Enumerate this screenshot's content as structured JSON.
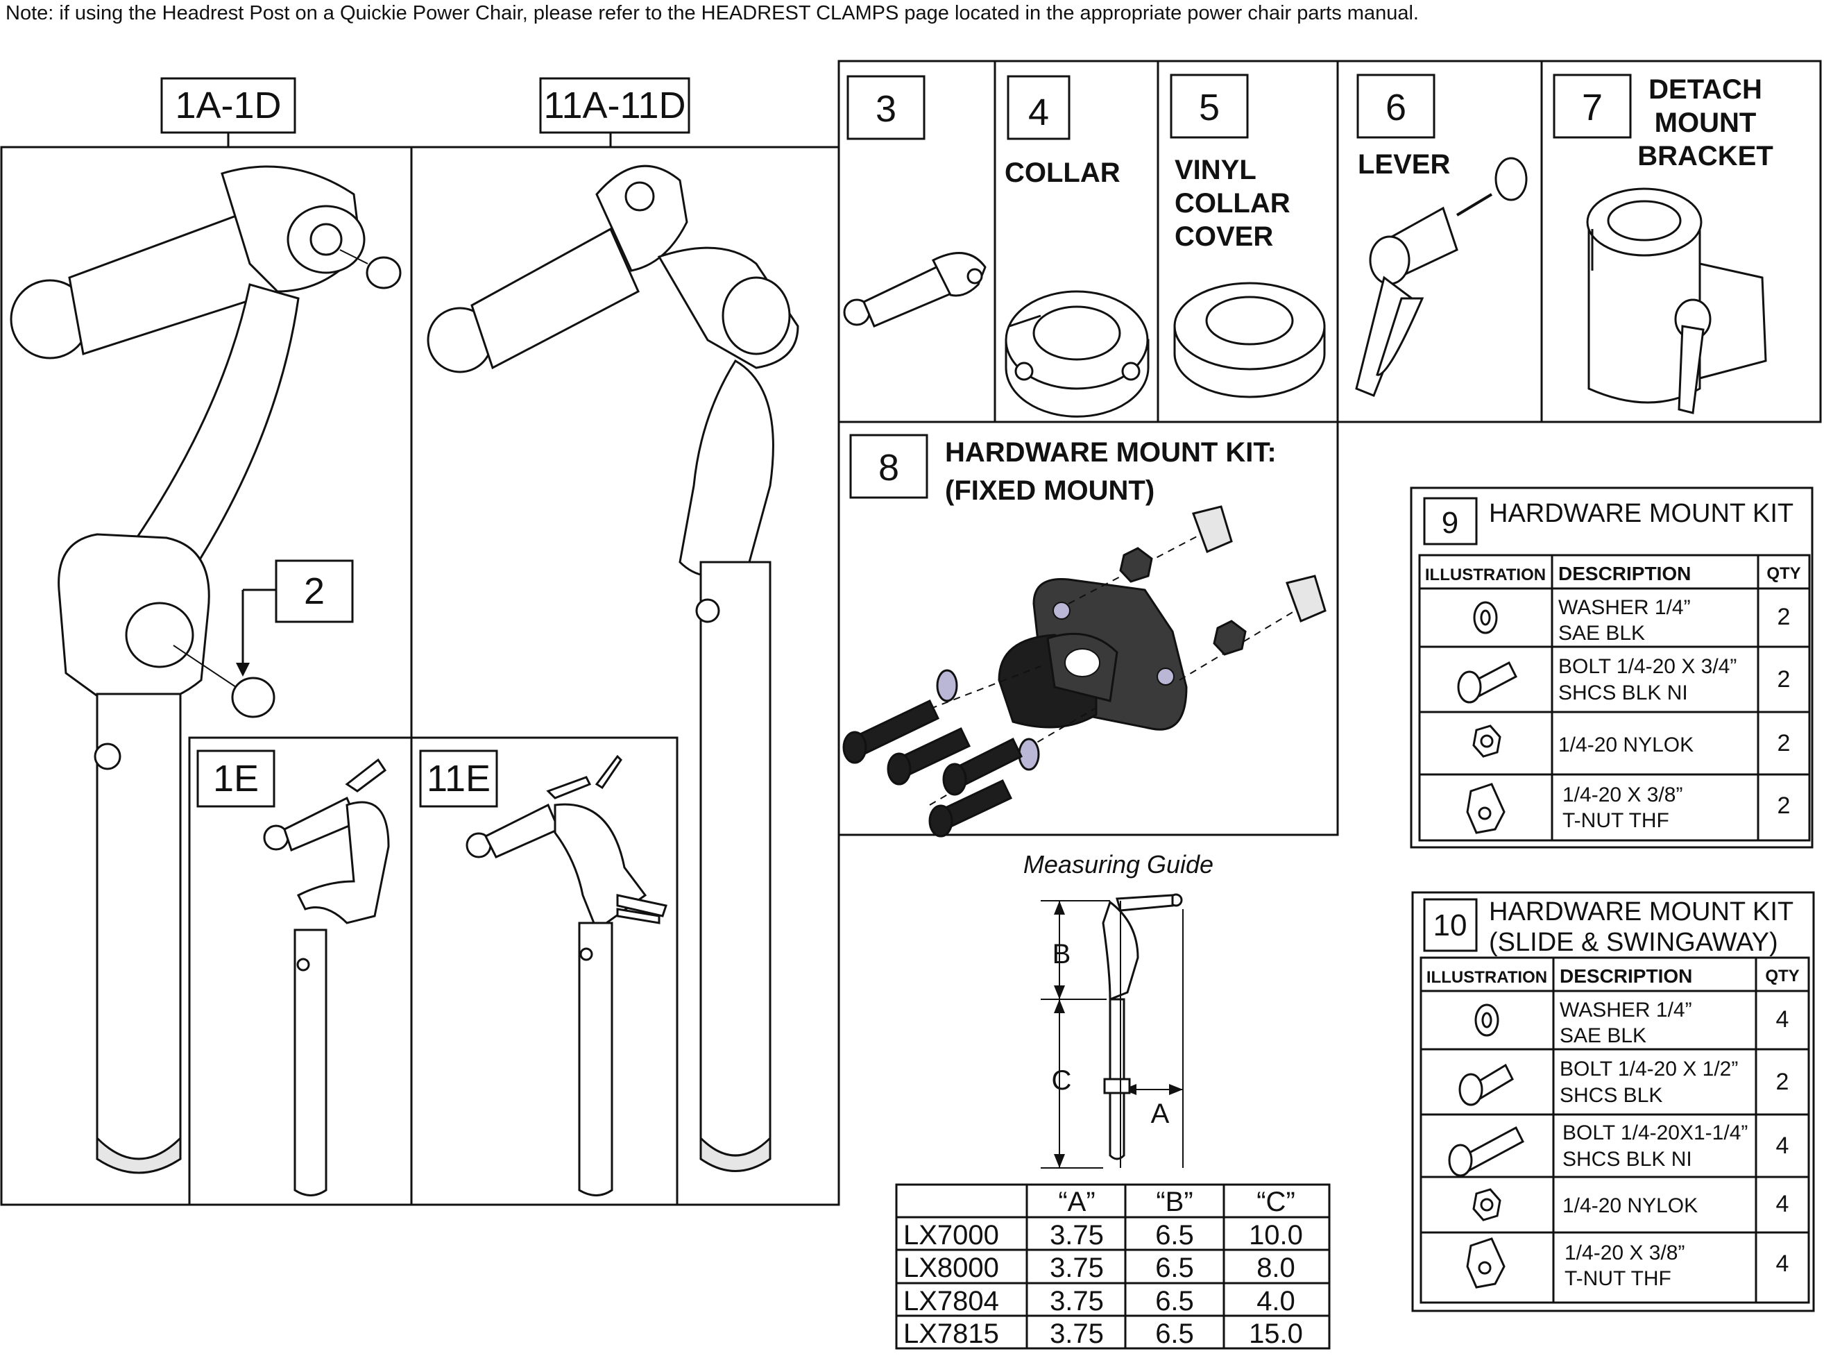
{
  "note": "Note: if using the Headrest Post on a Quickie Power Chair, please refer to the HEADREST CLAMPS page located in the appropriate power chair parts manual.",
  "callouts": {
    "c1a1d": "1A-1D",
    "c11a11d": "11A-11D",
    "c2": "2",
    "c1e": "1E",
    "c11e": "11E",
    "c3": "3",
    "c4": "4",
    "c5": "5",
    "c6": "6",
    "c7": "7",
    "c8": "8"
  },
  "parts": {
    "p4_label": "COLLAR",
    "p5_label_1": "VINYL",
    "p5_label_2": "COLLAR",
    "p5_label_3": "COVER",
    "p6_label": "LEVER",
    "p7_label_1": "DETACH",
    "p7_label_2": "MOUNT",
    "p7_label_3": "BRACKET",
    "p8_label_1": "HARDWARE MOUNT KIT:",
    "p8_label_2": "(FIXED MOUNT)"
  },
  "kit9": {
    "number": "9",
    "title": "HARDWARE MOUNT KIT",
    "headers": [
      "ILLUSTRATION",
      "DESCRIPTION",
      "QTY"
    ],
    "rows": [
      {
        "icon": "washer-icon",
        "desc1": "WASHER 1/4”",
        "desc2": "SAE BLK",
        "qty": "2"
      },
      {
        "icon": "bolt-icon",
        "desc1": "BOLT 1/4-20 X 3/4”",
        "desc2": "SHCS BLK NI",
        "qty": "2"
      },
      {
        "icon": "nylok-nut-icon",
        "desc1": "1/4-20 NYLOK",
        "desc2": "",
        "qty": "2"
      },
      {
        "icon": "t-nut-icon",
        "desc1": "1/4-20 X 3/8”",
        "desc2": "T-NUT THF",
        "qty": "2"
      }
    ]
  },
  "kit10": {
    "number": "10",
    "title_1": "HARDWARE MOUNT KIT",
    "title_2": "(SLIDE & SWINGAWAY)",
    "headers": [
      "ILLUSTRATION",
      "DESCRIPTION",
      "QTY"
    ],
    "rows": [
      {
        "icon": "washer-icon",
        "desc1": "WASHER 1/4”",
        "desc2": "SAE BLK",
        "qty": "4"
      },
      {
        "icon": "bolt-icon",
        "desc1": "BOLT 1/4-20 X 1/2”",
        "desc2": "SHCS BLK",
        "qty": "2"
      },
      {
        "icon": "long-bolt-icon",
        "desc1": "BOLT 1/4-20X1-1/4”",
        "desc2": "SHCS BLK NI",
        "qty": "4"
      },
      {
        "icon": "nylok-nut-icon",
        "desc1": "1/4-20 NYLOK",
        "desc2": "",
        "qty": "4"
      },
      {
        "icon": "t-nut-icon",
        "desc1": "1/4-20 X 3/8”",
        "desc2": "T-NUT THF",
        "qty": "4"
      }
    ]
  },
  "measuring_guide": {
    "title": "Measuring Guide",
    "dim_a": "A",
    "dim_b": "B",
    "dim_c": "C",
    "headers": [
      "",
      "“A”",
      "“B”",
      "“C”"
    ],
    "rows": [
      {
        "model": "LX7000",
        "a": "3.75",
        "b": "6.5",
        "c": "10.0"
      },
      {
        "model": "LX8000",
        "a": "3.75",
        "b": "6.5",
        "c": "8.0"
      },
      {
        "model": "LX7804",
        "a": "3.75",
        "b": "6.5",
        "c": "4.0"
      },
      {
        "model": "LX7815",
        "a": "3.75",
        "b": "6.5",
        "c": "15.0"
      }
    ]
  }
}
